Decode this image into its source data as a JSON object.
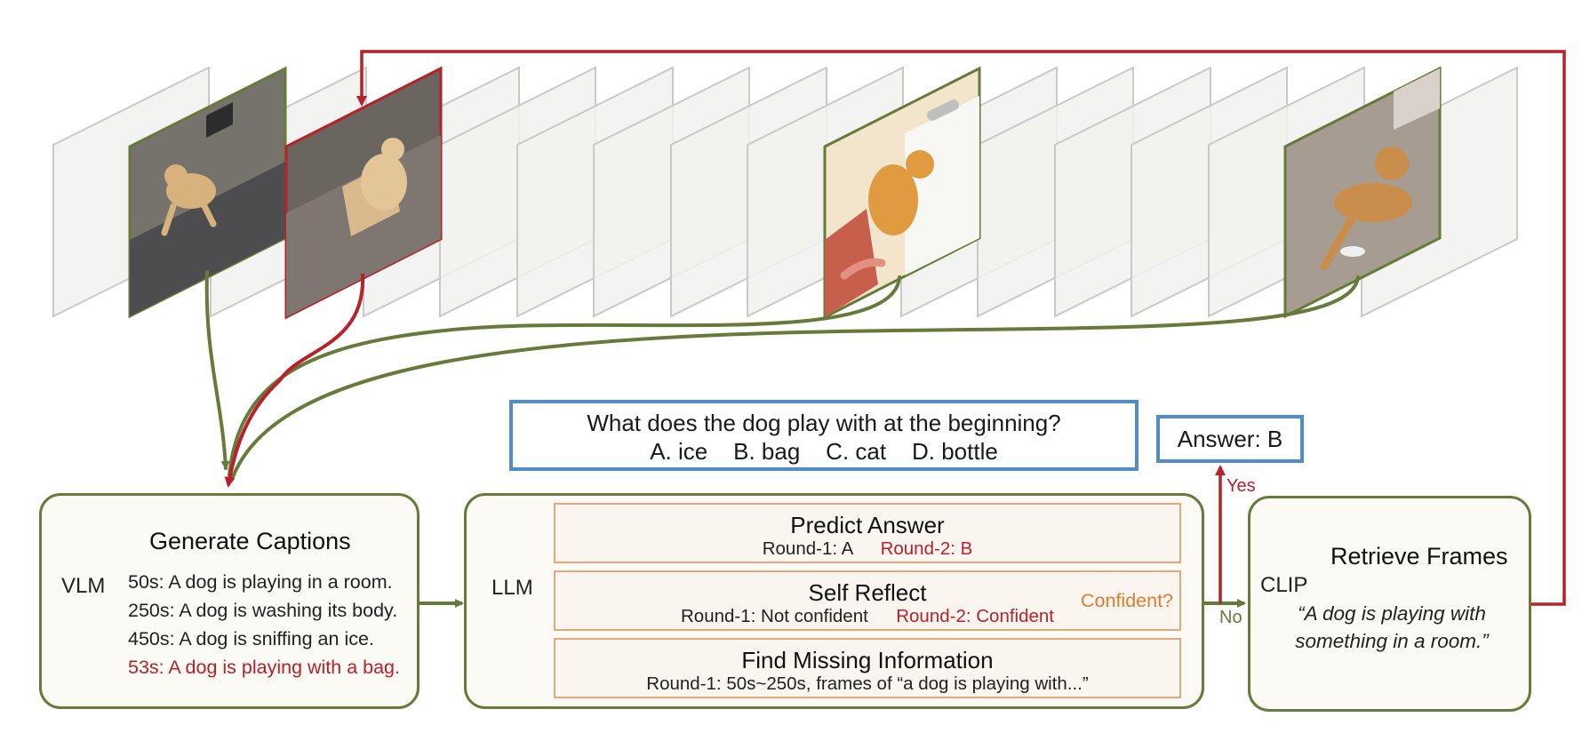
{
  "question": {
    "text": "What does the dog play with at the beginning?",
    "options": "A. ice    B. bag    C. cat    D. bottle"
  },
  "answer": {
    "label": "Answer: B"
  },
  "vlm": {
    "engine": "VLM",
    "title": "Generate Captions",
    "captions": [
      "50s: A dog is playing in a room.",
      "250s: A dog is washing its body.",
      "450s: A dog is sniffing an ice.",
      "53s: A dog is playing with a bag."
    ]
  },
  "llm": {
    "engine": "LLM",
    "predict": {
      "title": "Predict Answer",
      "round1": "Round-1: A",
      "round2": "Round-2: B"
    },
    "reflect": {
      "title": "Self Reflect",
      "round1": "Round-1: Not confident",
      "round2": "Round-2: Confident"
    },
    "missing": {
      "title": "Find Missing Information",
      "round1": "Round-1: 50s~250s, frames of “a dog is playing with...”"
    }
  },
  "decision": {
    "confident": "Confident?",
    "yes": "Yes",
    "no": "No"
  },
  "clip": {
    "engine": "CLIP",
    "title": "Retrieve Frames",
    "quote_line1": "“A dog is playing with",
    "quote_line2": "something in a room.”"
  },
  "colors": {
    "green": "#667a3a",
    "red": "#b8202a",
    "blue": "#4f8ec8",
    "orange": "#e07b2e",
    "task_border": "#e3a77c",
    "panel_bg": "#fbfaf4"
  }
}
